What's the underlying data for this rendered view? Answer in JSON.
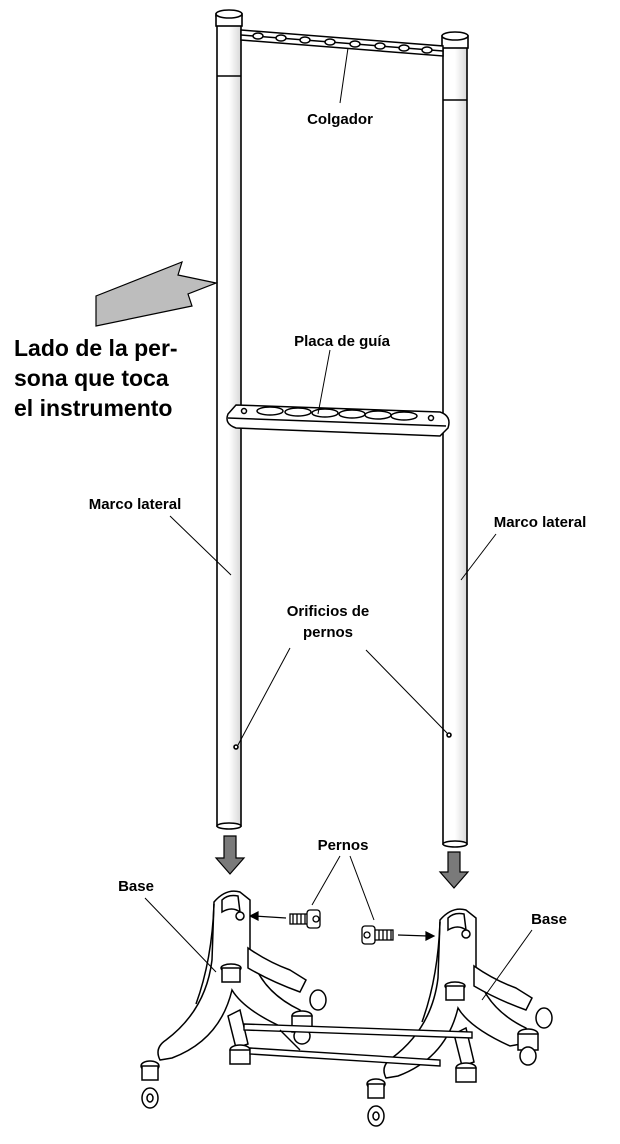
{
  "labels": {
    "hanger": "Colgador",
    "player_side_line1": "Lado de la per-",
    "player_side_line2": "sona que toca",
    "player_side_line3": "el instrumento",
    "guide_plate": "Placa de guía",
    "side_frame_left": "Marco lateral",
    "side_frame_right": "Marco lateral",
    "bolt_holes_line1": "Orificios de",
    "bolt_holes_line2": "pernos",
    "bolts": "Pernos",
    "base_left": "Base",
    "base_right": "Base"
  },
  "colors": {
    "line": "#000000",
    "arrow_fill": "#bdbdbd",
    "down_arrow_fill": "#7a7a7a",
    "part_fill": "#ffffff"
  }
}
